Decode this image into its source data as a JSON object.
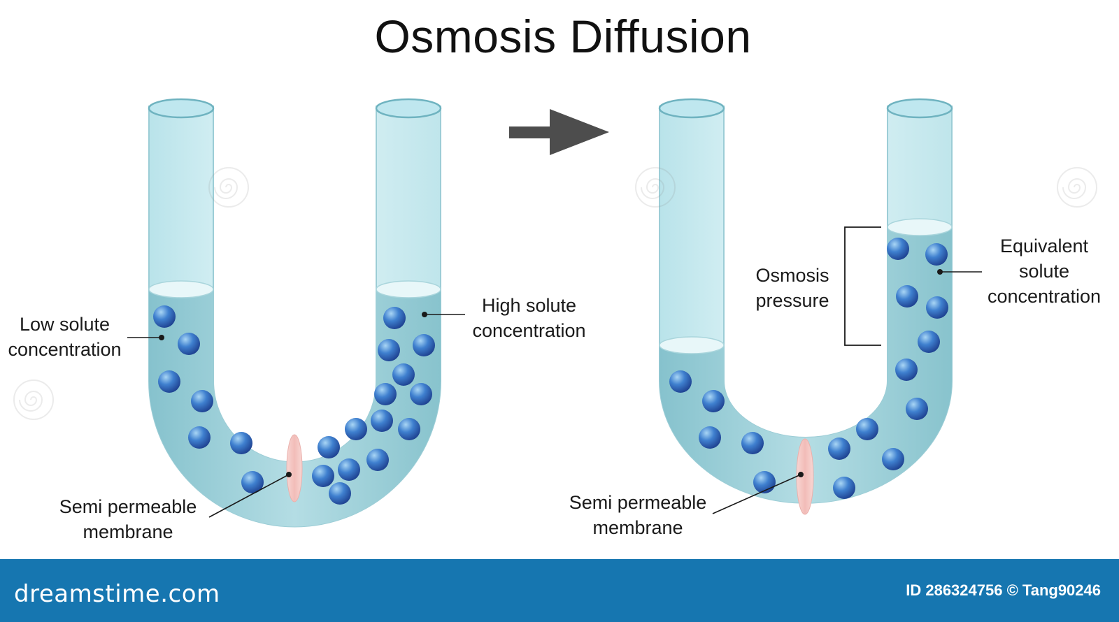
{
  "title": "Osmosis Diffusion",
  "colors": {
    "tube_glass": "#d3eff3",
    "liquid": "#9ed2db",
    "liquid_surface": "#e6f6f8",
    "molecule": "#2e62b8",
    "membrane": "#f4c6c3",
    "arrow": "#4d4d4d",
    "footer": "#1676b0"
  },
  "left_tube": {
    "left_label": [
      "Low solute",
      "concentration"
    ],
    "right_label": [
      "High solute",
      "concentration"
    ],
    "membrane_label": [
      "Semi permeable",
      "membrane"
    ]
  },
  "right_tube": {
    "pressure_label": [
      "Osmosis",
      "pressure"
    ],
    "right_label": [
      "Equivalent",
      "solute",
      "concentration"
    ],
    "membrane_label": [
      "Semi permeable",
      "membrane"
    ]
  },
  "arrow_icon": "right-arrow-icon",
  "footer": {
    "brand": "dreamstime.com",
    "image_id": "ID 286324756 © Tang90246"
  }
}
